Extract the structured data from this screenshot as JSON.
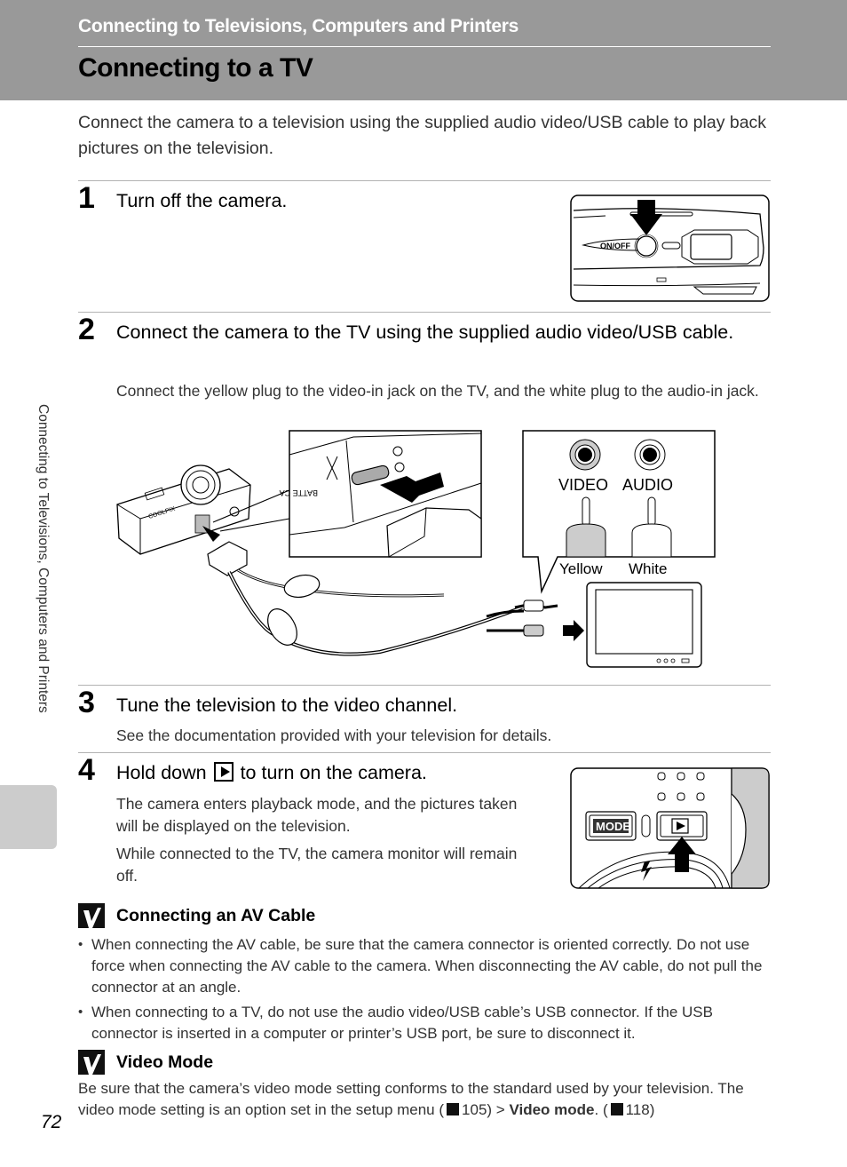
{
  "header": {
    "section_title": "Connecting to Televisions, Computers and Printers",
    "page_title": "Connecting to a TV"
  },
  "intro": "Connect the camera to a television using the supplied audio video/USB cable to play back pictures on the television.",
  "steps": [
    {
      "number": "1",
      "title": "Turn off the camera.",
      "illustration": {
        "label": "ON/OFF",
        "icon": "power-button-arrow"
      }
    },
    {
      "number": "2",
      "title": "Connect the camera to the TV using the supplied audio video/USB cable.",
      "body": "Connect the yellow plug to the video-in jack on the TV, and the white plug to the audio-in jack.",
      "illustration": {
        "jack_labels": [
          "VIDEO",
          "AUDIO"
        ],
        "plug_labels": [
          "Yellow",
          "White"
        ],
        "camera_brand": "COOLPIX",
        "callout_text": "BATTE CA"
      }
    },
    {
      "number": "3",
      "title": "Tune the television to the video channel.",
      "body": "See the documentation provided with your television for details."
    },
    {
      "number": "4",
      "title_before": "Hold down",
      "title_after": "to turn on the camera.",
      "title_icon": "playback-button",
      "body": [
        "The camera enters playback mode, and the pictures taken will be displayed on the television.",
        "While connected to the TV, the camera monitor will remain off."
      ],
      "illustration": {
        "mode_label": "MODE",
        "icon": "playback-button-arrow"
      }
    }
  ],
  "notes": [
    {
      "icon": "check-icon",
      "title": "Connecting an AV Cable",
      "bullets": [
        "When connecting the AV cable, be sure that the camera connector is oriented correctly. Do not use force when connecting the AV cable to the camera. When disconnecting the AV cable, do not pull the connector at an angle.",
        "When connecting to a TV, do not use the audio video/USB cable’s USB connector. If the USB connector is inserted in a computer or printer’s USB port, be sure to disconnect it."
      ]
    },
    {
      "icon": "check-icon",
      "title": "Video Mode",
      "body_before": "Be sure that the camera’s video mode setting conforms to the standard used by your television. The video mode setting is an option set in the setup menu (",
      "ref1": "105",
      "body_mid": ") > ",
      "bold": "Video mode",
      "body_after_bold": ". (",
      "ref2": "118",
      "body_end": ")"
    }
  ],
  "side_tab": "Connecting to Televisions, Computers and Printers",
  "page_number": "72"
}
